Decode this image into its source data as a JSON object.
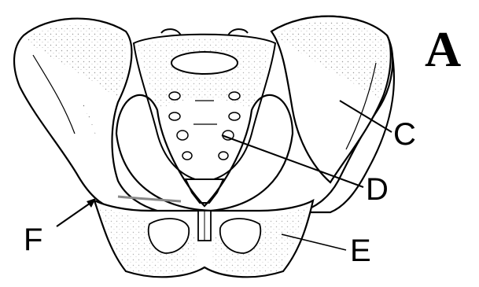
{
  "figure": {
    "panel_letter": "A",
    "labels": {
      "c": "C",
      "d": "D",
      "e": "E",
      "f": "F"
    }
  },
  "colors": {
    "ink": "#000000",
    "bone_fill": "#ffffff",
    "stipple": "#555555",
    "background": "#ffffff"
  }
}
